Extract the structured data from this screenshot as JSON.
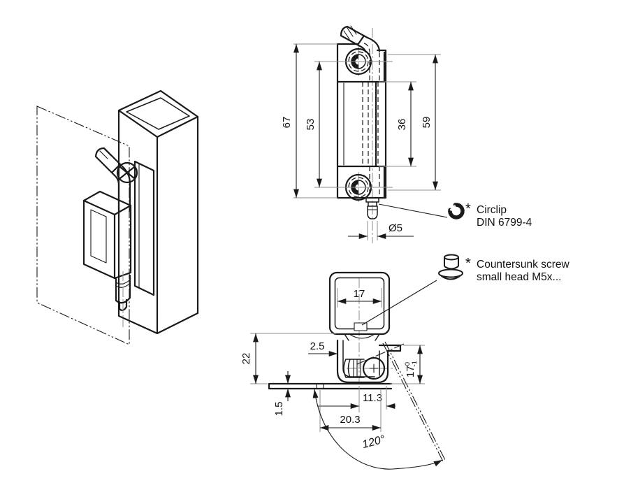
{
  "front_view": {
    "overall_height": "67",
    "hole_spacing": "53",
    "leaf_length": "36",
    "knuckle_length": "59",
    "pin_diameter": "Ø5"
  },
  "section_view": {
    "tube_width": "17",
    "wall_thickness": "2.5",
    "height_below_tube": "22",
    "plate_thickness": "1.5",
    "pin_to_edge": "11.3",
    "depth": "20.3",
    "tube_height": "17",
    "tube_height_tol_upper": "0",
    "tube_height_tol_lower": "-1",
    "opening_angle": "120°"
  },
  "annotations": {
    "circlip": {
      "marker": "*",
      "line1": "Circlip",
      "line2": "DIN 6799-4"
    },
    "countersunk_screw": {
      "marker": "*",
      "line1": "Countersunk screw",
      "line2": "small head M5x..."
    }
  }
}
